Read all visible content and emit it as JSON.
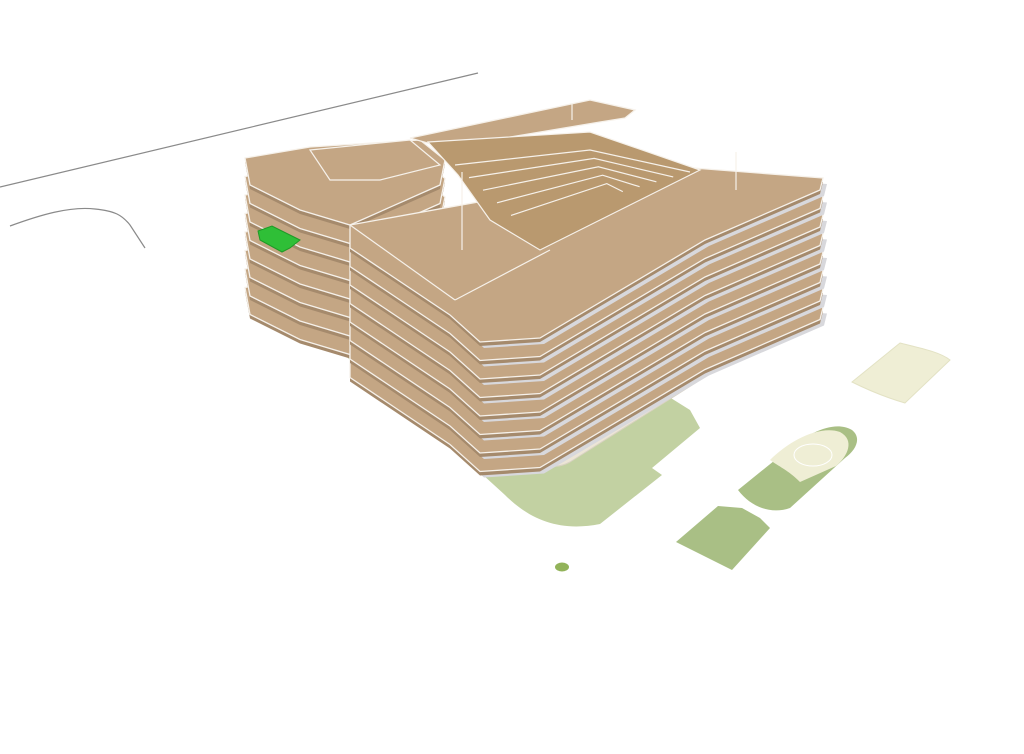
{
  "map": {
    "view": "3d-indoor-floor-stack",
    "floor_count": 8,
    "highlighted_floor": 6,
    "colors": {
      "background": "#ffffff",
      "floor_fill": "#c4a684",
      "floor_side": "#a58a6c",
      "floor_edge": "#f6f1ea",
      "floor_shadow": "#d8d8dc",
      "grass": "#c2d1a2",
      "grass_dark": "#a9bf85",
      "paved_area": "#ece5d6",
      "pale_area": "#efeed5",
      "highlight": "#2fbf37",
      "road_line": "#8a8a8a",
      "marker": "#92b35a"
    },
    "icons": {
      "marker": "circle-marker-icon"
    }
  }
}
